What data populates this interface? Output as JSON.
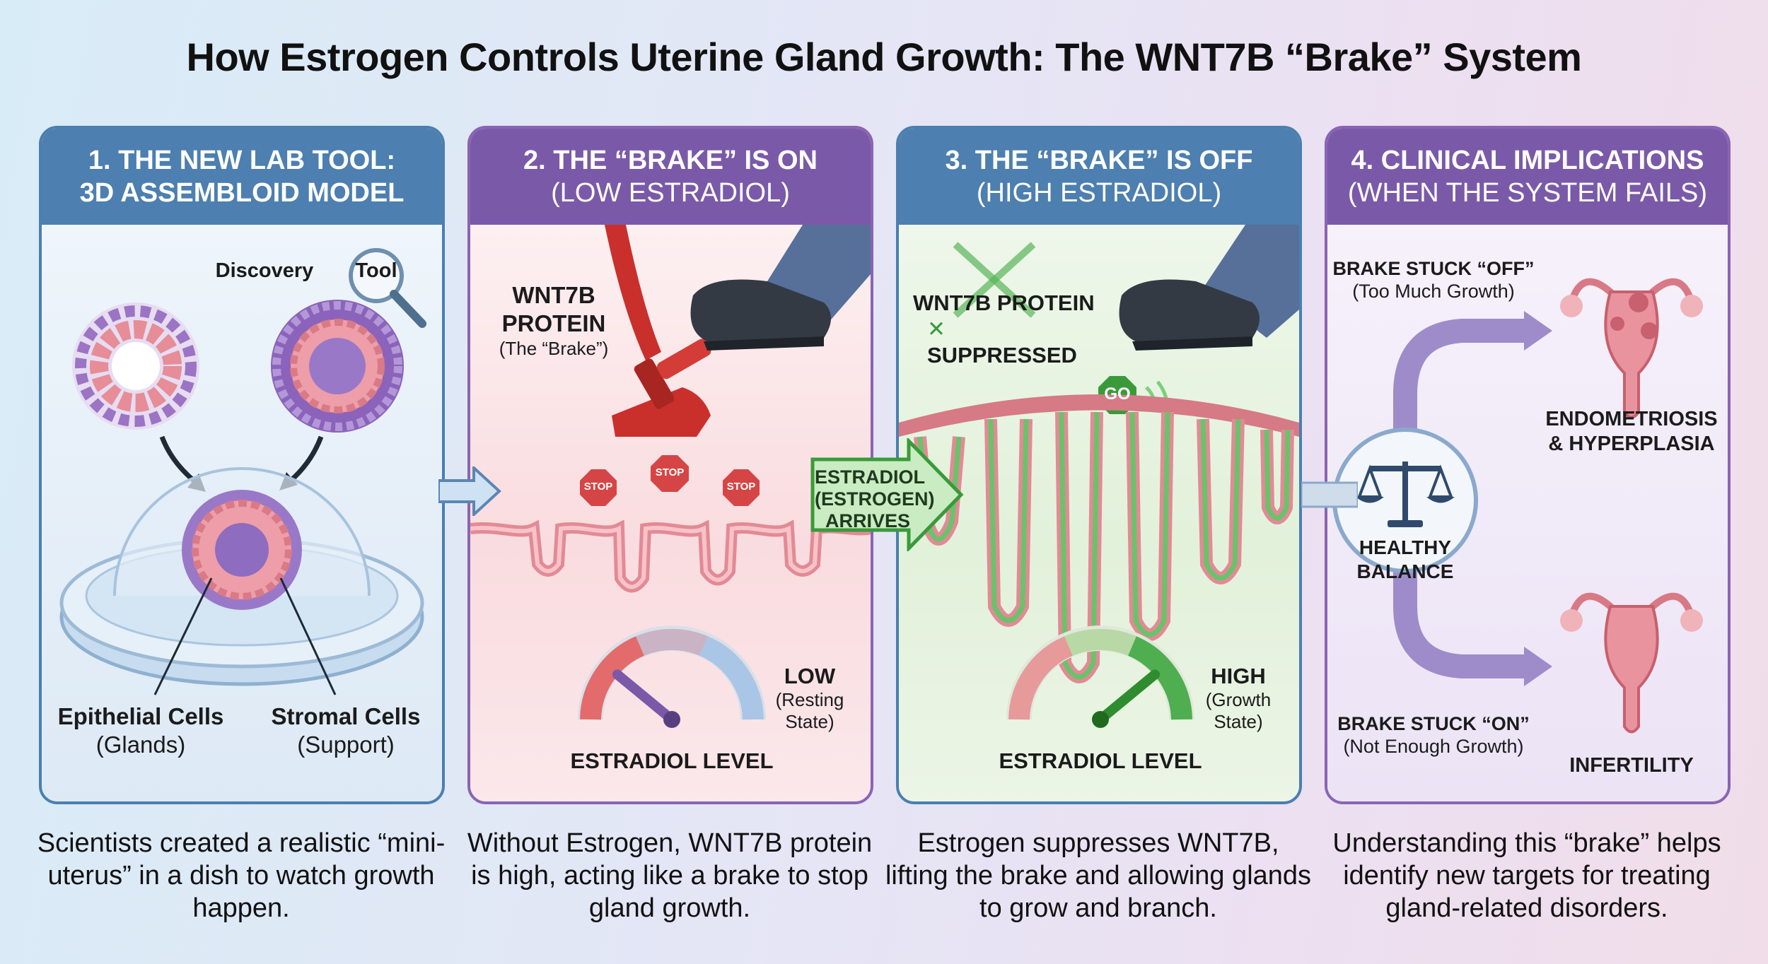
{
  "title": "How Estrogen Controls Uterine Gland Growth: The WNT7B “Brake” System",
  "colors": {
    "blue_header": "#4d7fb0",
    "purple_header": "#7a5aa8",
    "stop_red": "#d64545",
    "go_green": "#3a9a3a"
  },
  "panels": [
    {
      "header_line1": "1. THE NEW LAB TOOL:",
      "header_line2": "3D ASSEMBLOID MODEL",
      "discovery": "Discovery",
      "tool": "Tool",
      "epithelial": "Epithelial Cells",
      "epithelial_sub": "(Glands)",
      "stromal": "Stromal Cells",
      "stromal_sub": "(Support)",
      "caption": "Scientists created a realistic “mini-uterus” in a dish to watch growth happen."
    },
    {
      "header_line1": "2. THE “BRAKE” IS ON",
      "header_line2": "(LOW ESTRADIOL)",
      "protein_line1": "WNT7B",
      "protein_line2": "PROTEIN",
      "protein_sub": "(The “Brake”)",
      "stop": "STOP",
      "gauge_label": "ESTRADIOL LEVEL",
      "level": "LOW",
      "level_sub1": "(Resting",
      "level_sub2": "State)",
      "gauge_value": 0.22,
      "caption": "Without Estrogen, WNT7B protein is high, acting like a brake to stop gland growth."
    },
    {
      "header_line1": "3. THE “BRAKE” IS OFF",
      "header_line2": "(HIGH ESTRADIOL)",
      "protein_line1": "WNT7B PROTEIN",
      "protein_line2": "SUPPRESSED",
      "go": "GO",
      "arrow_line1": "ESTRADIOL",
      "arrow_line2": "(ESTROGEN)",
      "arrow_line3": "ARRIVES",
      "gauge_label": "ESTRADIOL LEVEL",
      "level": "HIGH",
      "level_sub1": "(Growth",
      "level_sub2": "State)",
      "gauge_value": 0.78,
      "caption": "Estrogen suppresses WNT7B, lifting the brake and allowing glands to grow and branch."
    },
    {
      "header_line1": "4. CLINICAL IMPLICATIONS",
      "header_line2": "(WHEN THE SYSTEM FAILS)",
      "off_label": "BRAKE STUCK “OFF”",
      "off_sub": "(Too Much Growth)",
      "condition1_line1": "ENDOMETRIOSIS",
      "condition1_line2": "& HYPERPLASIA",
      "balance_line1": "HEALTHY",
      "balance_line2": "BALANCE",
      "on_label": "BRAKE STUCK “ON”",
      "on_sub": "(Not Enough Growth)",
      "condition2": "INFERTILITY",
      "caption": "Understanding this “brake” helps identify new targets for treating gland-related disorders."
    }
  ]
}
